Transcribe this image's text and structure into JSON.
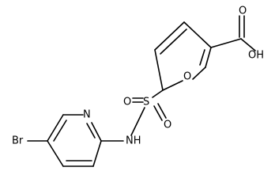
{
  "molecule": {
    "atoms": {
      "carboxylic_oh": "OH",
      "carbonyl_o": "O",
      "furan_o": "O",
      "sulfur": "S",
      "sulfonyl_o_left": "O",
      "sulfonyl_o_right": "O",
      "amine_nh": "NH",
      "pyridine_n": "N",
      "bromine": "Br"
    }
  }
}
